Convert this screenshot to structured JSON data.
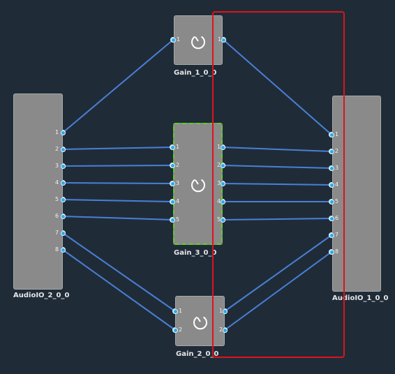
{
  "colors": {
    "background": "#1f2c38",
    "node_fill": "#8a8a8a",
    "wire": "#4b7fd6",
    "port": "#2aa8e8",
    "selection_box": "#e0121b",
    "selected_node_outline": "#5fd11e"
  },
  "nodes": {
    "audio_in": {
      "label": "AudioIO_2_0_0",
      "ports": [
        "1",
        "2",
        "3",
        "4",
        "5",
        "6",
        "7",
        "8"
      ]
    },
    "audio_out": {
      "label": "AudioIO_1_0_0",
      "ports": [
        "1",
        "2",
        "3",
        "4",
        "5",
        "6",
        "7",
        "8"
      ]
    },
    "gain1": {
      "label": "Gain_1_0_0",
      "in_ports": [
        "1"
      ],
      "out_ports": [
        "1"
      ],
      "icon": "gain-knob-icon"
    },
    "gain3": {
      "label": "Gain_3_0_0",
      "in_ports": [
        "1",
        "2",
        "3",
        "4",
        "5"
      ],
      "out_ports": [
        "1",
        "2",
        "3",
        "4",
        "5"
      ],
      "icon": "gain-knob-icon",
      "selected": true
    },
    "gain2": {
      "label": "Gain_2_0_0",
      "in_ports": [
        "1",
        "2"
      ],
      "out_ports": [
        "1",
        "2"
      ],
      "icon": "gain-knob-icon"
    }
  },
  "connections": [
    {
      "from": "audio_in.1",
      "to": "gain1.in1"
    },
    {
      "from": "audio_in.2",
      "to": "gain3.in1"
    },
    {
      "from": "audio_in.3",
      "to": "gain3.in2"
    },
    {
      "from": "audio_in.4",
      "to": "gain3.in3"
    },
    {
      "from": "audio_in.5",
      "to": "gain3.in4"
    },
    {
      "from": "audio_in.6",
      "to": "gain3.in5"
    },
    {
      "from": "audio_in.7",
      "to": "gain2.in1"
    },
    {
      "from": "audio_in.8",
      "to": "gain2.in2"
    },
    {
      "from": "gain1.out1",
      "to": "audio_out.1"
    },
    {
      "from": "gain3.out1",
      "to": "audio_out.2"
    },
    {
      "from": "gain3.out2",
      "to": "audio_out.3"
    },
    {
      "from": "gain3.out3",
      "to": "audio_out.4"
    },
    {
      "from": "gain3.out4",
      "to": "audio_out.5"
    },
    {
      "from": "gain3.out5",
      "to": "audio_out.6"
    },
    {
      "from": "gain2.out1",
      "to": "audio_out.7"
    },
    {
      "from": "gain2.out2",
      "to": "audio_out.8"
    }
  ]
}
